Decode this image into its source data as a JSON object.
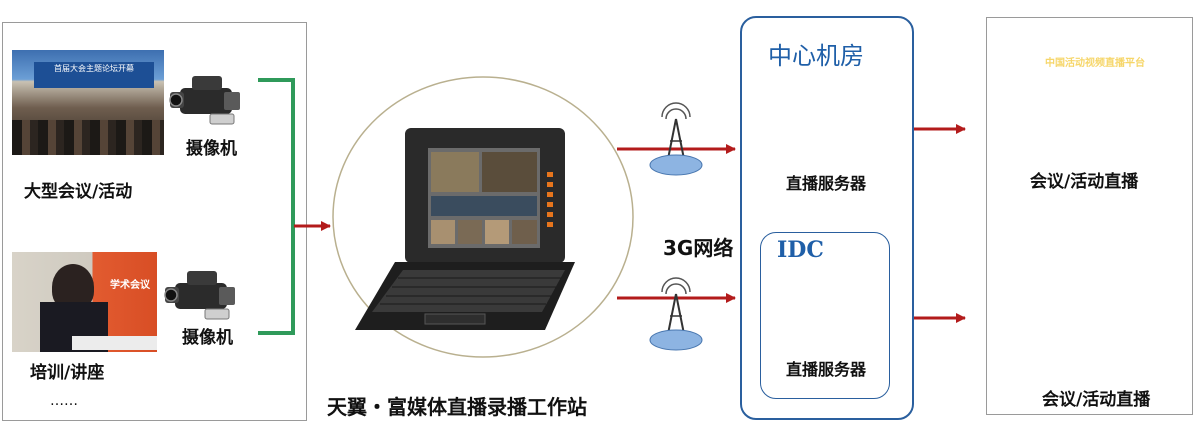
{
  "sources": {
    "top_event": "大型会议/活动",
    "top_camera": "摄像机",
    "bottom_event": "培训/讲座",
    "bottom_camera": "摄像机",
    "ellipsis": "……",
    "photo_top_banner": "首届大会主题论坛开幕",
    "photo_bottom_banner": "学术会议"
  },
  "workstation": {
    "caption": "天翼・富媒体直播录播工作站"
  },
  "network": {
    "label": "3G网络"
  },
  "servers": {
    "center_title": "中心机房",
    "center_server": "直播服务器",
    "idc_title": "IDC",
    "idc_server": "直播服务器"
  },
  "outputs": {
    "tv_label": "会议/活动直播",
    "tablet_label": "会议/活动直播",
    "tv_banner": "中国活动视频直播平台"
  },
  "colors": {
    "green_bracket": "#2f9a5a",
    "arrow_red": "#b31b1b",
    "blue_border": "#2a5f9e",
    "blue_text": "#1f5fa8"
  }
}
